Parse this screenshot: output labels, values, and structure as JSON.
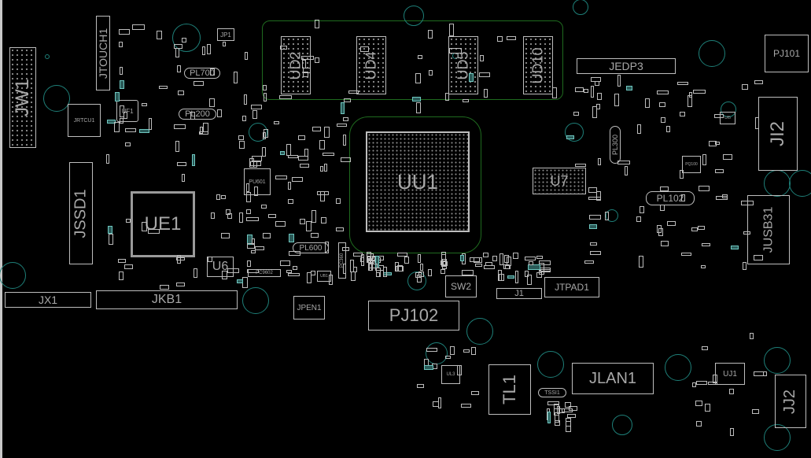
{
  "board": {
    "components": {
      "JW1": "JW1",
      "JTOUCH1": "JTOUCH1",
      "JP1": "JP1",
      "PL700": "PL700",
      "PL200": "PL200",
      "JRTCU1": "JRTCU1",
      "UF1": "UF1",
      "JSSD1": "JSSD1",
      "UE1": "UE1",
      "U6": "U6",
      "PU601": "PU601",
      "PL600": "PL600",
      "PC9602": "PC9602",
      "PC360": "PC360",
      "UB1": "UB1",
      "JX1": "JX1",
      "JKB1": "JKB1",
      "JPEN1": "JPEN1",
      "UD2": "UD2",
      "UD4": "UD4",
      "UD5": "UD5",
      "UD10": "UD10",
      "UU1": "UU1",
      "U7": "U7",
      "SW2": "SW2",
      "J1": "J1",
      "JTPAD1": "JTPAD1",
      "PJ102": "PJ102",
      "JEDP3": "JEDP3",
      "PJ101": "PJ101",
      "JI2": "JI2",
      "JUSB31": "JUSB31",
      "PL102": "PL102",
      "PL300": "PL300",
      "PQ100": "PQ100",
      "UI5": "UI5",
      "TL1": "TL1",
      "JLAN1": "JLAN1",
      "TSSI1": "TSSI1",
      "JJ2": "JJ2",
      "UJ1": "UJ1",
      "UL3": "UL3"
    }
  }
}
